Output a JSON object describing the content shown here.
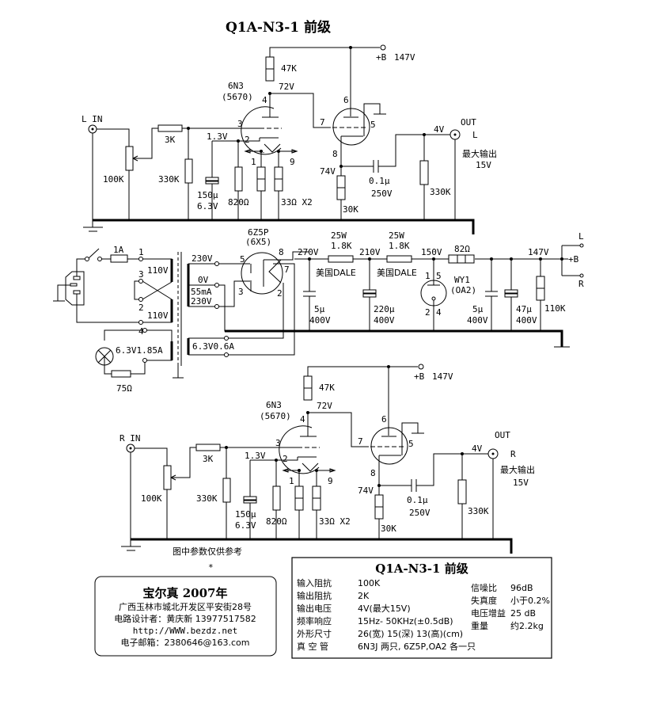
{
  "title": "Q1A-N3-1 前级",
  "left_channel": {
    "input_label": "L  IN",
    "pot": "100K",
    "series_r": "3K",
    "grid_r": "330K",
    "tube": "6N3",
    "tube_alt": "(5670)",
    "plate_r": "47K",
    "plate_v": "72V",
    "cathode_v": "1.3V",
    "cap_value": "150μ",
    "cap_volt": "6.3V",
    "cathode_r": "820Ω",
    "heater_r": "33Ω X2",
    "b_plus": "+B",
    "b_plus_v": "147V",
    "cf_cathode_v": "74V",
    "cf_r": "30K",
    "coupling_cap": "0.1μ",
    "coupling_cap_v": "250V",
    "out_v": "4V",
    "out_r": "330K",
    "out_label": "OUT",
    "out_ch": "L",
    "max_out": "最大输出",
    "max_out_v": "15V",
    "pins": {
      "p1": "1",
      "p2": "2",
      "p3": "3",
      "p4": "4",
      "p5": "5",
      "p6": "6",
      "p7": "7",
      "p8": "8",
      "p9": "9"
    }
  },
  "right_channel": {
    "input_label": "R  IN",
    "pot": "100K",
    "series_r": "3K",
    "grid_r": "330K",
    "tube": "6N3",
    "tube_alt": "(5670)",
    "plate_r": "47K",
    "plate_v": "72V",
    "cathode_v": "1.3V",
    "cap_value": "150μ",
    "cap_volt": "6.3V",
    "cathode_r": "820Ω",
    "heater_r": "33Ω X2",
    "b_plus": "+B",
    "b_plus_v": "147V",
    "cf_cathode_v": "74V",
    "cf_r": "30K",
    "coupling_cap": "0.1μ",
    "coupling_cap_v": "250V",
    "out_v": "4V",
    "out_r": "330K",
    "out_label": "OUT",
    "out_ch": "R",
    "max_out": "最大输出",
    "max_out_v": "15V",
    "pins": {
      "p1": "1",
      "p2": "2",
      "p3": "3",
      "p4": "4",
      "p5": "5",
      "p6": "6",
      "p7": "7",
      "p8": "8",
      "p9": "9"
    }
  },
  "power": {
    "fuse": "1A",
    "pri_top": "110V",
    "pri_bot": "110V",
    "pin1": "1",
    "pin2": "2",
    "pin3": "3",
    "pin4": "4",
    "lamp": "6.3V1.85A",
    "lamp_r": "75Ω",
    "sec_230a": "230V",
    "sec_0v": "0V",
    "sec_ma": "55mA",
    "sec_230b": "230V",
    "heater": "6.3V0.6A",
    "rect": "6Z5P",
    "rect_alt": "(6X5)",
    "rect_pins": {
      "p2": "2",
      "p3": "3",
      "p5": "5",
      "p7": "7",
      "p8": "8"
    },
    "v270": "270V",
    "c1": "5μ",
    "c1v": "400V",
    "r1w": "25W",
    "r1": "1.8K",
    "r1brand": "美国DALE",
    "v210": "210V",
    "c2": "220μ",
    "c2v": "400V",
    "r2w": "25W",
    "r2": "1.8K",
    "r2brand": "美国DALE",
    "v150": "150V",
    "reg": "WY1",
    "reg_alt": "(OA2)",
    "reg_pins": {
      "p1": "1",
      "p5": "5",
      "p2": "2",
      "p4": "4"
    },
    "r3": "82Ω",
    "c3": "5μ",
    "c3v": "400V",
    "c4": "47μ",
    "c4v": "400V",
    "v147": "147V",
    "bleed": "110K",
    "bplus": "+B",
    "L": "L",
    "R": "R"
  },
  "note": "图中参数仅供参考",
  "star": "*",
  "credit": {
    "brand": "宝尔真 2007年",
    "address": "广西玉林市城北开发区平安街28号",
    "designer": "电路设计者：黄庆新  13977517582",
    "url": "http://WWW.bezdz.net",
    "email": "电子邮箱：2380646@163.com"
  },
  "spec": {
    "title": "Q1A-N3-1 前级",
    "left": [
      {
        "k": "输入阻抗",
        "v": "100K"
      },
      {
        "k": "输出阻抗",
        "v": "2K"
      },
      {
        "k": "输出电压",
        "v": "4V(最大15V)"
      },
      {
        "k": "频率响应",
        "v": "15Hz- 50KHz(±0.5dB)"
      },
      {
        "k": "外形尺寸",
        "v": "26(宽) 15(深) 13(高)(cm)"
      },
      {
        "k": "真 空 管",
        "v": "6N3J 两只, 6Z5P,OA2 各一只"
      }
    ],
    "right": [
      {
        "k": "信噪比",
        "v": "96dB"
      },
      {
        "k": "失真度",
        "v": "小于0.2%"
      },
      {
        "k": "电压增益",
        "v": "25 dB"
      },
      {
        "k": "重量",
        "v": "约2.2kg"
      }
    ]
  }
}
